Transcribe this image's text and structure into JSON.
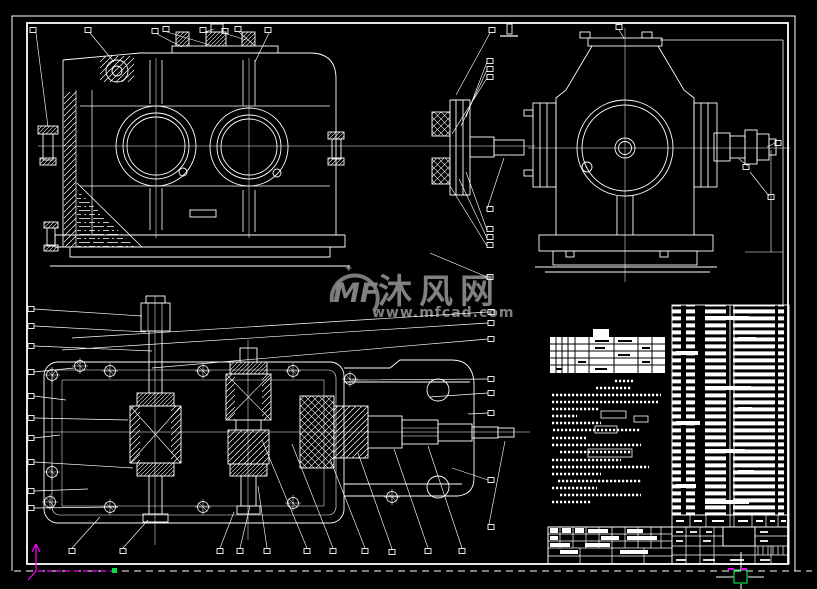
{
  "app": {
    "description": "CAD engineering drawing of a two-stage gear reducer, screenshot",
    "background_color": "#000000",
    "line_color": "#ffffff"
  },
  "watermark": {
    "logo": "MF",
    "brand": "沐风网",
    "url": "www.mfcad.com",
    "color": "#8e8e8e"
  },
  "colors": {
    "white": "#ffffff",
    "magenta": "#ff00ff",
    "green": "#00e14b",
    "gray": "#8e8e8e"
  },
  "drawing": {
    "views": [
      "front-section-view",
      "left-side-view",
      "horizontal-section-view"
    ],
    "bom_rows": 30,
    "technical_notes_lines": 18,
    "balloon_count": 51
  }
}
